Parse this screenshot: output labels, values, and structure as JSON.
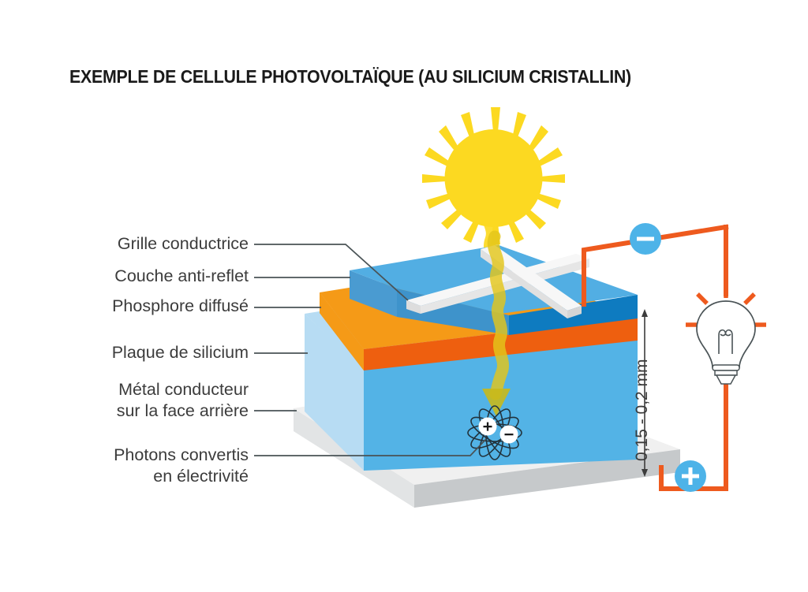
{
  "title": "EXEMPLE DE CELLULE PHOTOVOLTAÏQUE (AU SILICIUM CRISTALLIN)",
  "labels": {
    "grid": "Grille conductrice",
    "antireflect": "Couche anti-reflet",
    "phosphorus": "Phosphore diffusé",
    "silicon": "Plaque de silicium",
    "backmetal_line1": "Métal conducteur",
    "backmetal_line2": "sur la face arrière",
    "photons_line1": "Photons convertis",
    "photons_line2": "en électrivité"
  },
  "dimension": {
    "text": "0,15 - 0,2 mm"
  },
  "circuit": {
    "negative_terminal": "−",
    "positive_terminal": "+",
    "bulb": "light-bulb"
  },
  "atom": {
    "hole": "+",
    "electron": "−"
  },
  "colors": {
    "sun_yellow": "#FCD921",
    "photon_arrow": "#E8C31E",
    "antireflect_top": "#52AEE3",
    "antireflect_front": "#0E7BC0",
    "antireflect_side": "#4A9BD1",
    "phosphorus_front": "#EE5F0F",
    "phosphorus_side": "#F59A17",
    "silicon_front": "#53B3E6",
    "silicon_side": "#B7DCF3",
    "metal_top": "#F0F0F0",
    "metal_front": "#C6C9CB",
    "metal_side": "#E2E4E5",
    "grid_white": "#F2F2F2",
    "wire_orange": "#EE5A1E",
    "terminal_blue": "#4DB3E8",
    "leader_line": "#4a5356",
    "text": "#3c3c3c"
  }
}
